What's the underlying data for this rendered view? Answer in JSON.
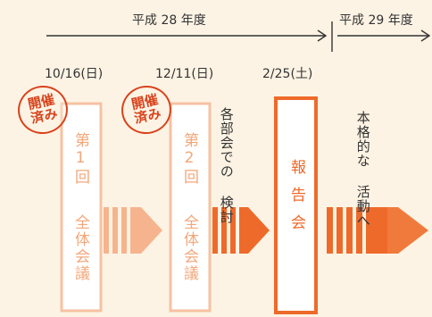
{
  "timeline": {
    "year_current": "平成 28 年度",
    "year_next": "平成 29 年度"
  },
  "meetings": [
    {
      "date": "10/16(日)",
      "number": "第1回",
      "title": "全体会議",
      "status": "開催済み"
    },
    {
      "date": "12/11(日)",
      "number": "第2回",
      "title": "全体会議",
      "status": "開催済み"
    },
    {
      "date": "2/25(土)",
      "title": "報告会"
    }
  ],
  "notes": {
    "between_2_and_report": [
      "各部会での",
      "検討"
    ],
    "after_report": [
      "本格的な",
      "活動へ"
    ]
  },
  "colors": {
    "accent": "#ee6a2a",
    "accent_faded": "#f5b48e",
    "stamp": "#d8431d",
    "background": "#fdf3e4"
  }
}
